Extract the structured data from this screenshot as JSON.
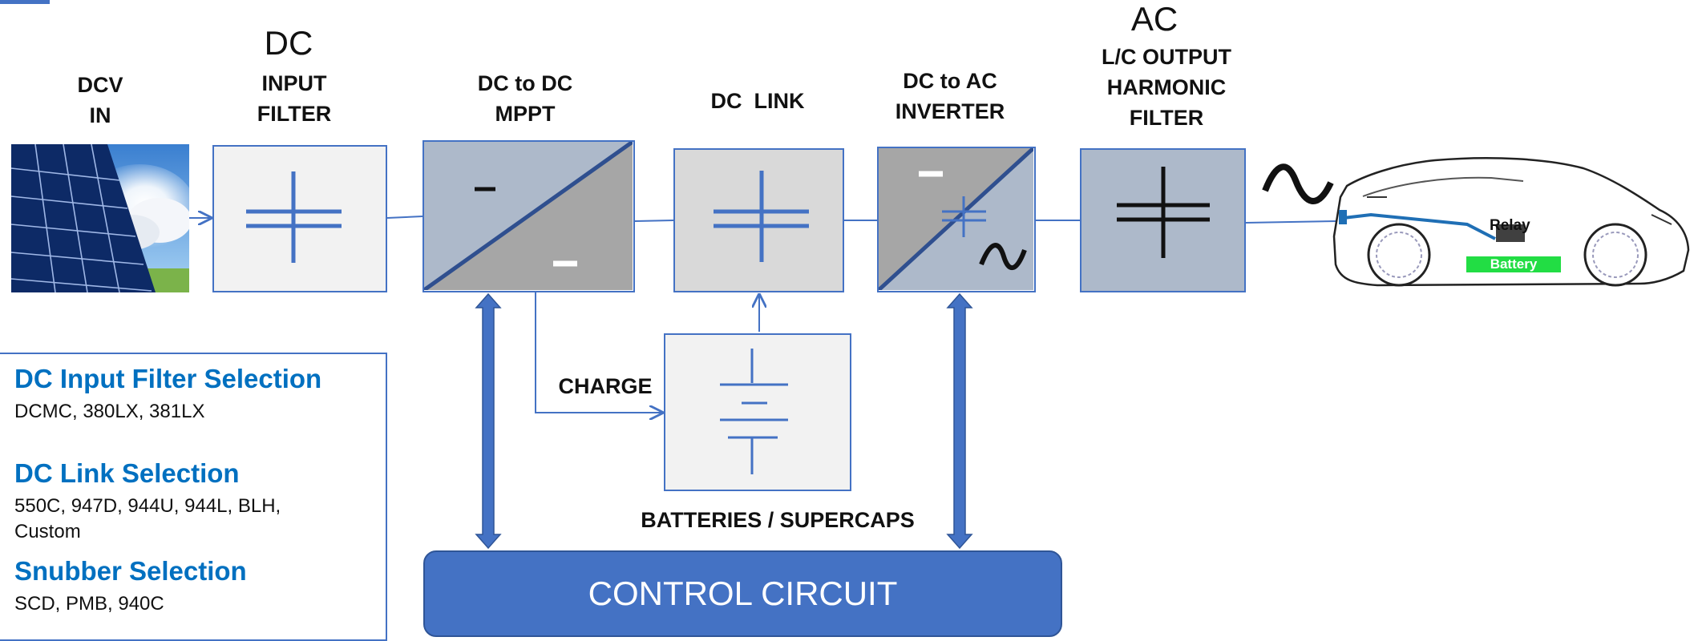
{
  "labels": {
    "dcv_in": [
      "DCV",
      "IN"
    ],
    "dc_header": "DC",
    "input_filter": [
      "INPUT",
      "FILTER"
    ],
    "mppt": [
      "DC to DC",
      "MPPT"
    ],
    "dc_link": "DC  LINK",
    "inverter": [
      "DC to AC",
      "INVERTER"
    ],
    "ac_header": "AC",
    "harmonic_filter": [
      "L/C OUTPUT",
      "HARMONIC",
      "FILTER"
    ],
    "charge": "CHARGE",
    "batteries": "BATTERIES / SUPERCAPS",
    "control_circuit": "CONTROL CIRCUIT",
    "relay": "Relay",
    "battery": "Battery"
  },
  "selection_panel": {
    "dc_input_filter": {
      "title": "DC Input Filter Selection",
      "body": "DCMC, 380LX, 381LX"
    },
    "dc_link": {
      "title": "DC Link Selection",
      "body_line1": "550C, 947D, 944U, 944L, BLH,",
      "body_line2": "Custom"
    },
    "snubber": {
      "title": "Snubber Selection",
      "body": "SCD, PMB, 940C"
    }
  },
  "colors": {
    "accent": "#4472c4",
    "selection_title": "#0070c0",
    "battery_green": "#22dd44"
  },
  "icons": [
    "solar-panel-image",
    "capacitor-icon",
    "battery-icon",
    "sine-wave-icon",
    "electric-car-icon"
  ]
}
